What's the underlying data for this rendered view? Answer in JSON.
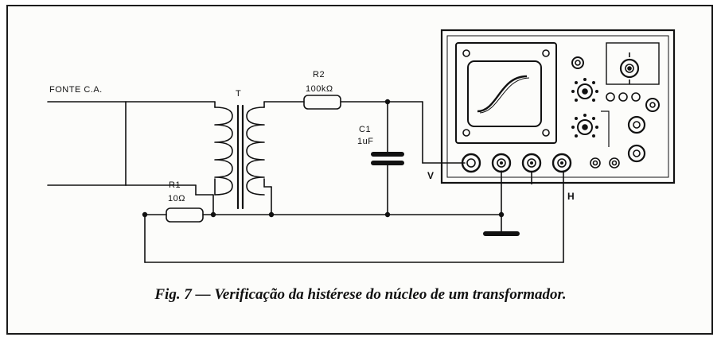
{
  "labels": {
    "source": "FONTE C.A.",
    "transformer": "T",
    "r2_name": "R2",
    "r2_value": "100kΩ",
    "c1_name": "C1",
    "c1_value": "1uF",
    "r1_name": "R1",
    "r1_value": "10Ω",
    "v_input": "V",
    "h_input": "H"
  },
  "caption": "Fig. 7 — Verificação da histérese do núcleo de um transformador.",
  "colors": {
    "ink": "#111111",
    "paper": "#fcfcfa"
  }
}
